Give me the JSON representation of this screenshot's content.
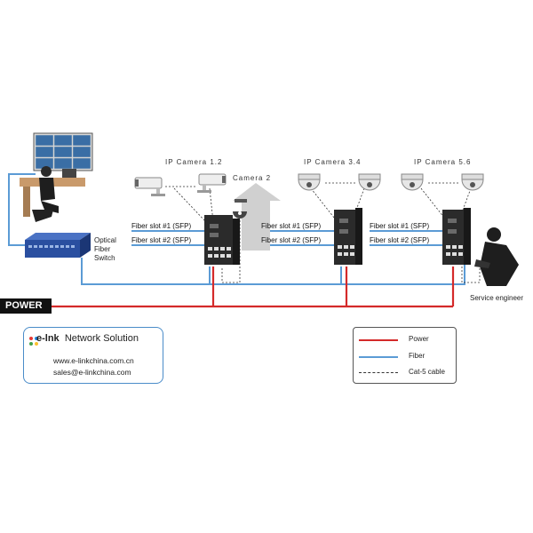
{
  "colors": {
    "power": "#d42a2a",
    "fiber": "#5b9bd5",
    "switch": "#2a4fa0",
    "device": "#2b2b2b"
  },
  "labels": {
    "ip_camera_12": "IP Camera 1.2",
    "camera_2": "Camera 2",
    "ip_camera_34": "IP Camera 3.4",
    "ip_camera_56": "IP Camera 5.6",
    "optical_switch": [
      "Optical",
      "Fiber",
      "Switch"
    ],
    "service_engineer": "Service engineer",
    "power": "POWER"
  },
  "fiber_slots": [
    "Fiber slot #1 (SFP)",
    "Fiber slot #2 (SFP)",
    "Fiber slot #1 (SFP)",
    "Fiber slot #2 (SFP)",
    "Fiber slot #1 (SFP)",
    "Fiber slot #2 (SFP)"
  ],
  "logo": {
    "brand": "e-lnk",
    "tagline": "Network Solution",
    "website": "www.e-linkchina.com.cn",
    "email": "sales@e-linkchina.com"
  },
  "legend": {
    "power": "Power",
    "fiber": "Fiber",
    "cat5": "Cat-5 cable"
  }
}
